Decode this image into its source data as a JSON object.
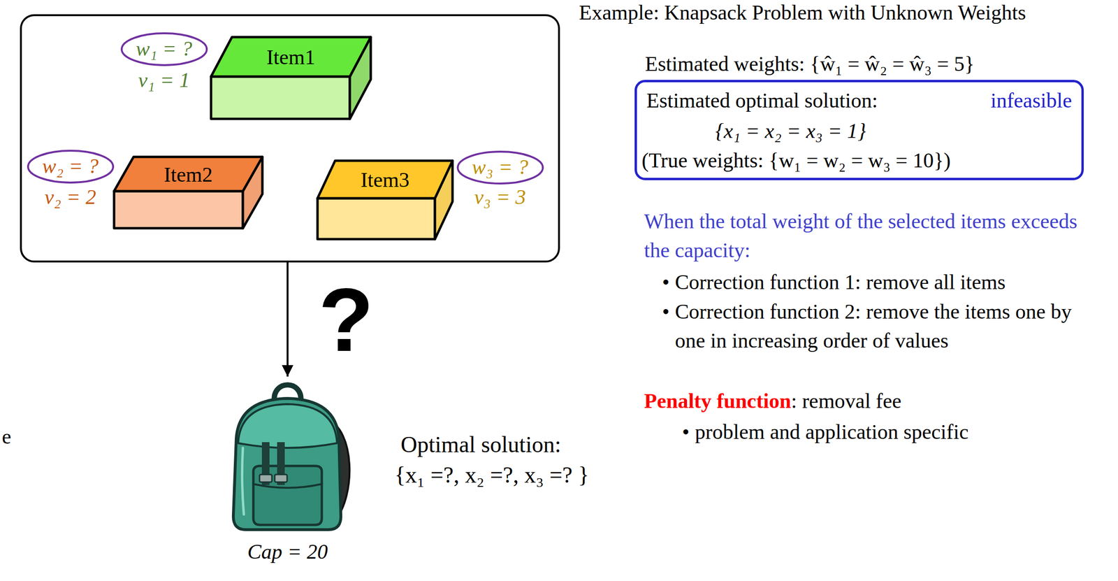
{
  "diagram": {
    "title": "Example: Knapsack Problem with Unknown Weights",
    "nodes": [
      {
        "text": []
      },
      {
        "text": [
          "Item1"
        ],
        "in": 0
      },
      {
        "text": [
          "w₁ = ?"
        ],
        "in": 0
      },
      {
        "text": [
          "Item2"
        ],
        "in": 0
      },
      {
        "text": [
          "w₂ = ?"
        ],
        "in": 0
      },
      {
        "text": [
          "Item3"
        ],
        "in": 0
      },
      {
        "text": [
          "w₃ = ?"
        ],
        "in": 0
      },
      {
        "text": [
          "Cap = 20"
        ]
      },
      {
        "text": [
          "Estimated optimal solution:",
          "infeasible",
          "{x₁ = x₂ = x₃ = 1}",
          "(True weights: {w₁ = w₂ = w₃ = 10})"
        ]
      }
    ],
    "edges": [
      {
        "from": 0,
        "to": 7,
        "arrow": "to",
        "label": "?"
      }
    ],
    "labels": [
      "v₁ = 1",
      "v₂ = 2",
      "v₃ = 3",
      "Optimal solution:",
      "{x₁ =?, x₂ =?, x₃ =? }",
      "e",
      "Estimated weights: {ŵ₁ = ŵ₂ = ŵ₃ = 5}",
      "When the total weight of the selected items exceeds the capacity:",
      "•",
      "Correction function 1: remove all items",
      "•",
      "Correction function 2: remove the items one by one in increasing order of values",
      "Penalty function",
      ": removal fee",
      "•",
      "problem and application specific"
    ]
  }
}
